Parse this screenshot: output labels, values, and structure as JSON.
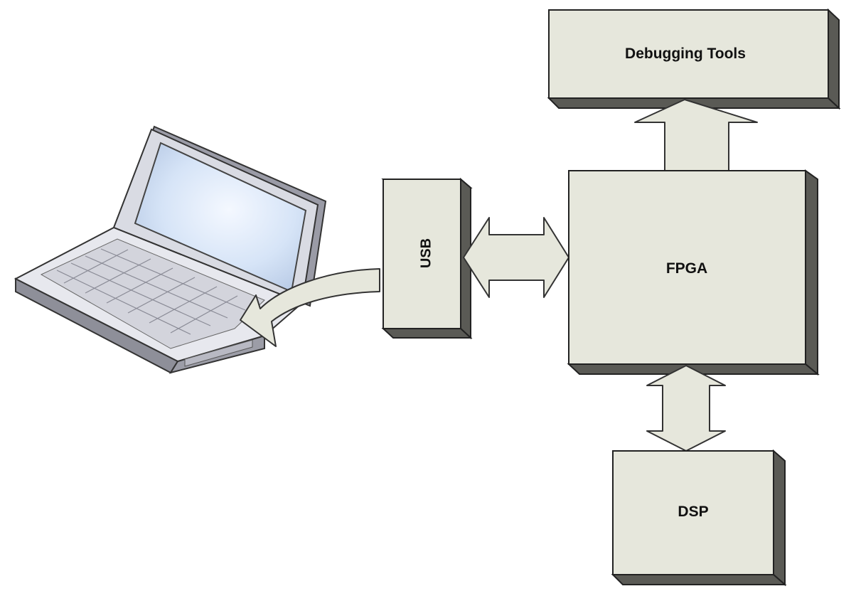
{
  "blocks": {
    "debugging_tools": "Debugging Tools",
    "usb": "USB",
    "fpga": "FPGA",
    "dsp": "DSP"
  },
  "colors": {
    "block_face": "#e6e7dc",
    "block_side": "#5a5a55",
    "block_stroke": "#222222",
    "laptop_body": "#e3e4ea",
    "laptop_screen": "#cfe1f7"
  }
}
